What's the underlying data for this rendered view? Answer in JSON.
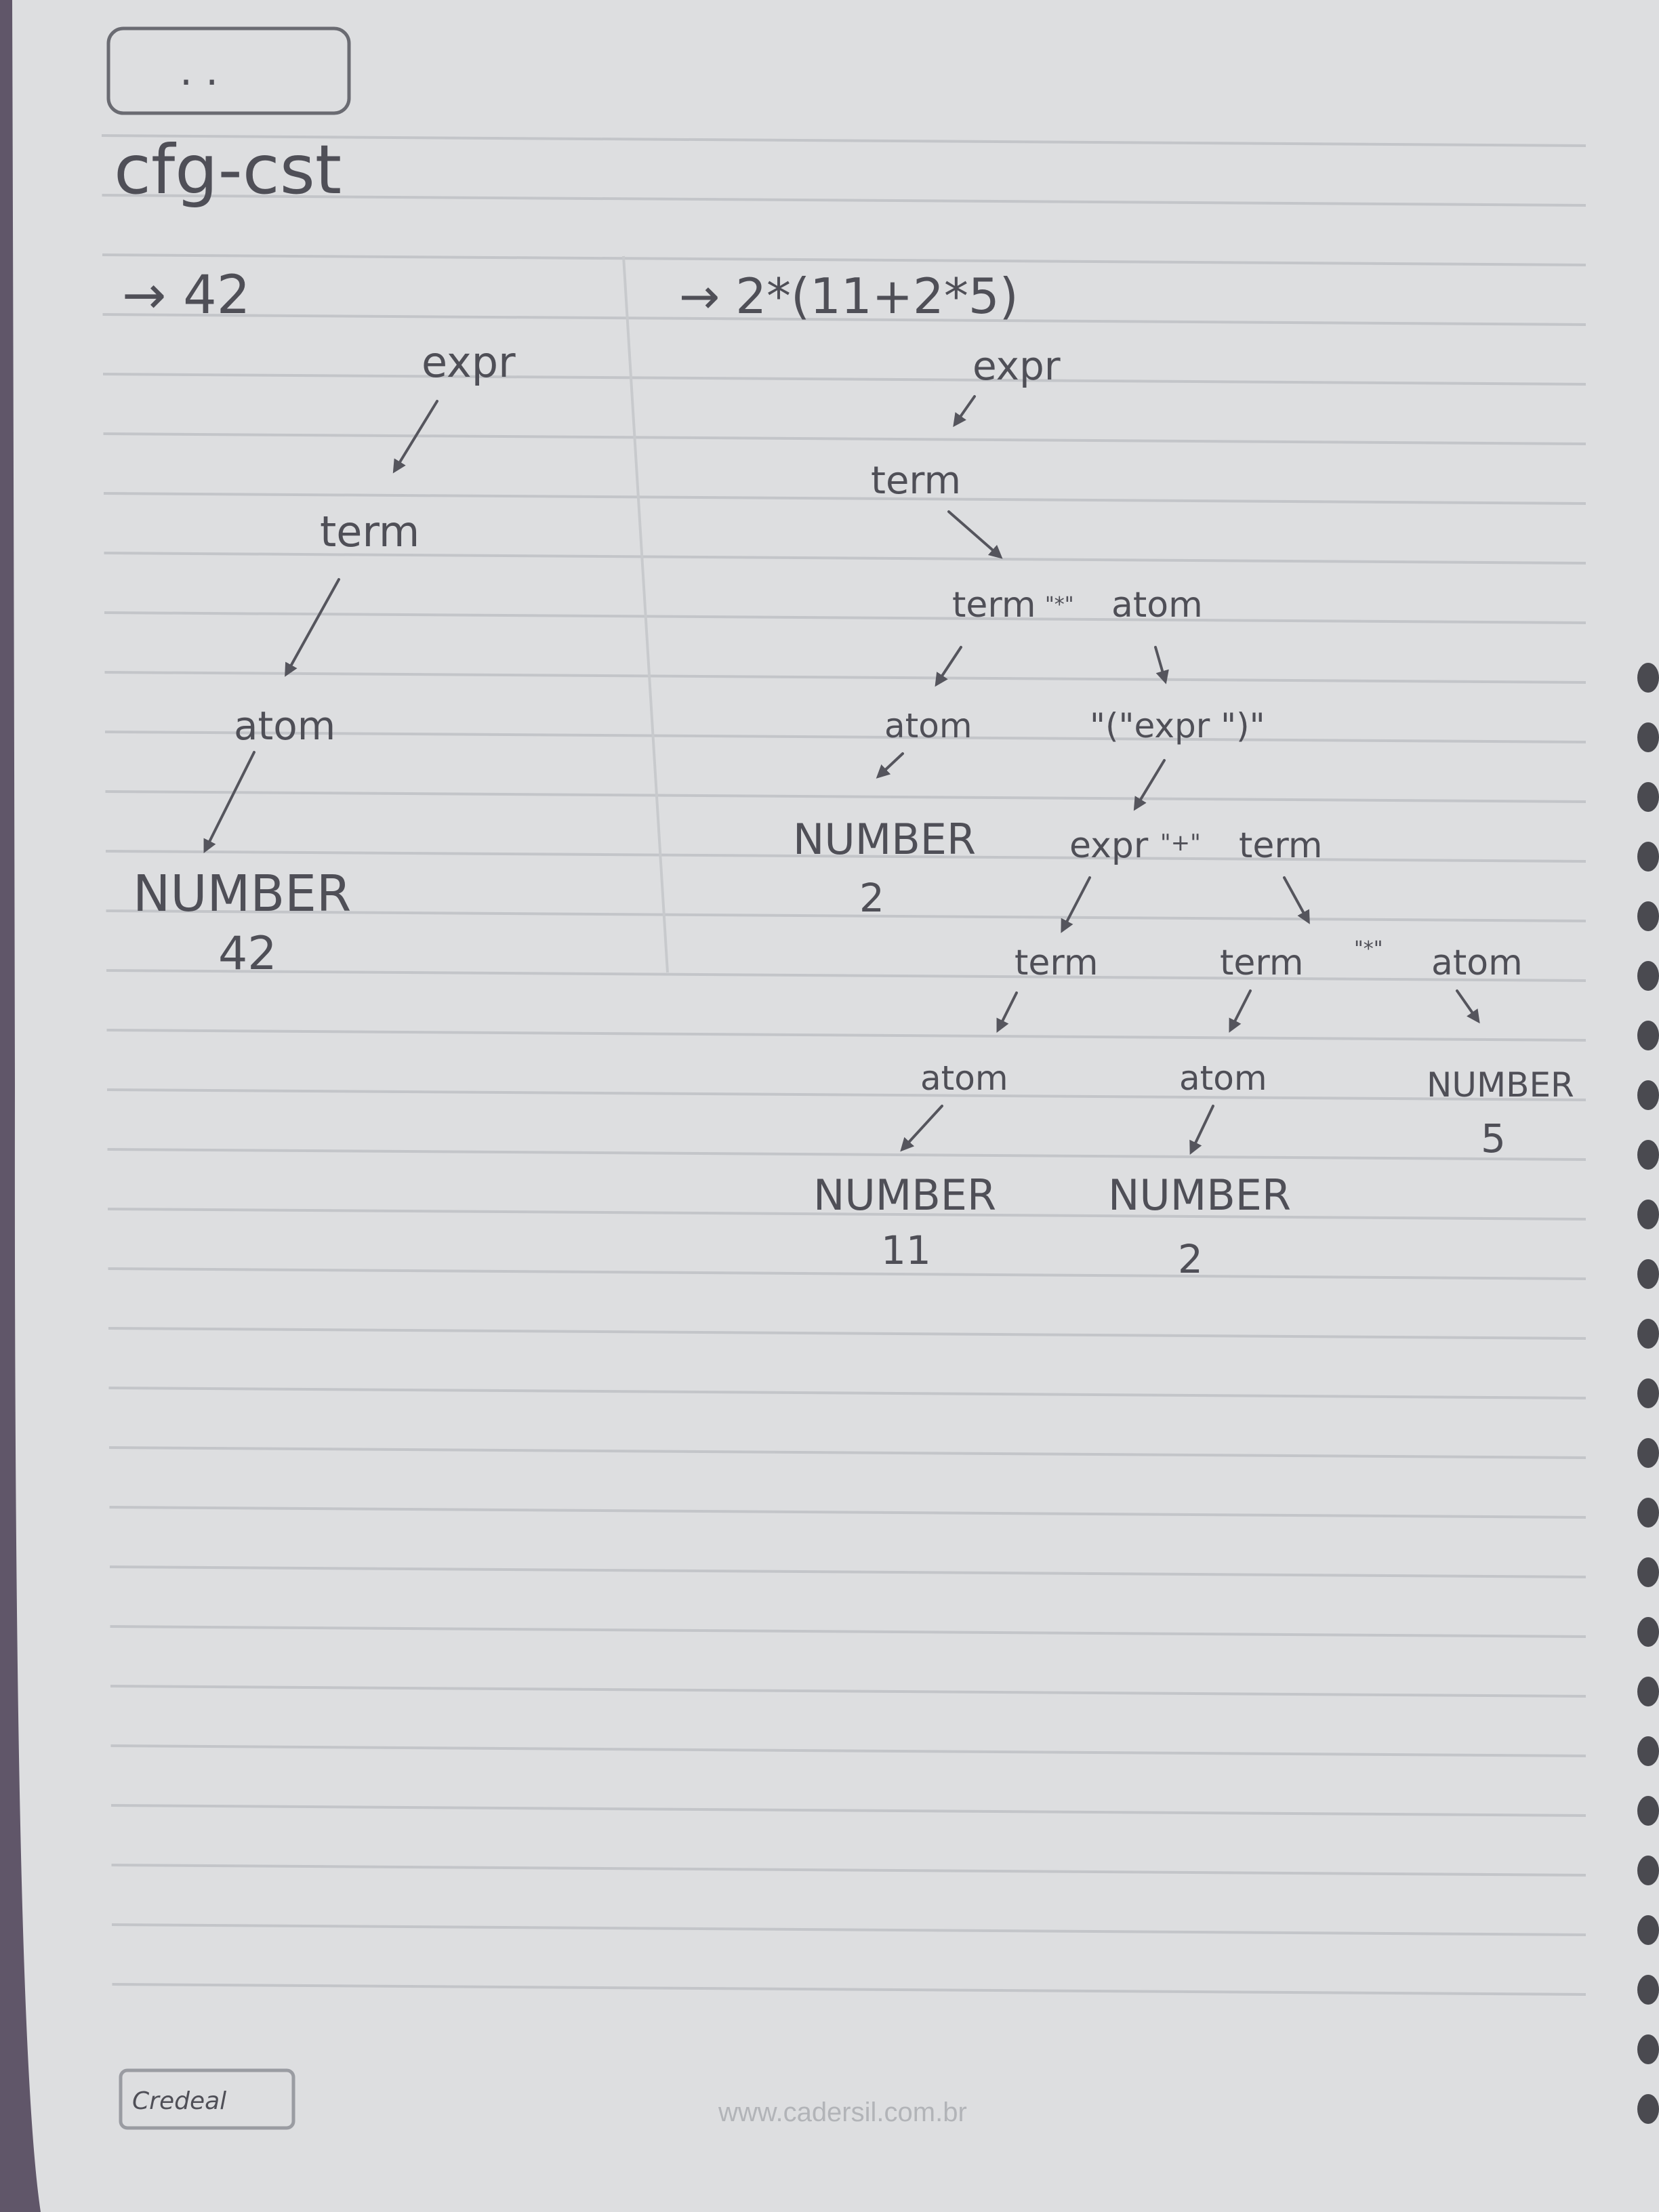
{
  "notebook": {
    "date_box": ". .",
    "title": "cfg-cst",
    "footer_logo": "Credeal",
    "footer_url": "www.cadersil.com.br"
  },
  "left_tree": {
    "input": "→ 42",
    "n_expr": "expr",
    "n_term": "term",
    "n_atom": "atom",
    "n_number": "NUMBER",
    "n_value": "42"
  },
  "right_tree": {
    "input": "→ 2*(11+2*5)",
    "n_expr": "expr",
    "n_term": "term",
    "n_term2": "term",
    "n_star": "\"*\"",
    "n_atom1": "atom",
    "n_atom2": "atom",
    "n_paren": "\"(\"expr \")\"",
    "n_number1": "NUMBER",
    "n_value1": "2",
    "n_expr2": "expr",
    "n_plus": "\"+\"",
    "n_term3": "term",
    "n_term4": "term",
    "n_term5": "term",
    "n_star2": "\"*\"",
    "n_atom3": "atom",
    "n_atom4": "atom",
    "n_atom5": "atom",
    "n_number3": "NUMBER",
    "n_value3": "5",
    "n_number4": "NUMBER",
    "n_value4": "11",
    "n_number5": "NUMBER",
    "n_value5": "2"
  }
}
